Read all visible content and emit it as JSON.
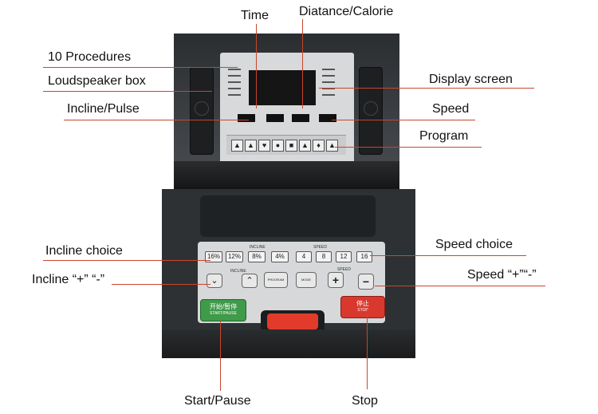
{
  "labels": {
    "time": "Time",
    "distance_calorie": "Diatance/Calorie",
    "ten_procedures": "10 Procedures",
    "loudspeaker_box": "Loudspeaker box",
    "display_screen": "Display screen",
    "incline_pulse": "Incline/Pulse",
    "speed": "Speed",
    "program": "Program",
    "incline_choice": "Incline choice",
    "speed_choice": "Speed choice",
    "incline_plus_minus": "Incline “+” “-”",
    "speed_plus_minus": "Speed “+”“-”",
    "start_pause": "Start/Pause",
    "stop": "Stop"
  },
  "console": {
    "incline_header": "INCLINE",
    "speed_header": "SPEED",
    "incline_keys": [
      "16%",
      "12%",
      "8%",
      "4%"
    ],
    "speed_keys": [
      "4",
      "8",
      "12",
      "16"
    ],
    "program_key": "PROGRAM",
    "mode_key": "MODE",
    "incline_section_label": "INCLINE",
    "speed_section_label": "SPEED",
    "start_cn": "开始/暂停",
    "start_en": "START/PAUSE",
    "stop_cn": "停止",
    "stop_en": "STOP",
    "plus": "+",
    "minus": "−"
  },
  "colors": {
    "leader_line": "#c8462e",
    "start_button": "#3f9a4a",
    "stop_button": "#d9382e",
    "safety_key": "#e23b2b"
  }
}
